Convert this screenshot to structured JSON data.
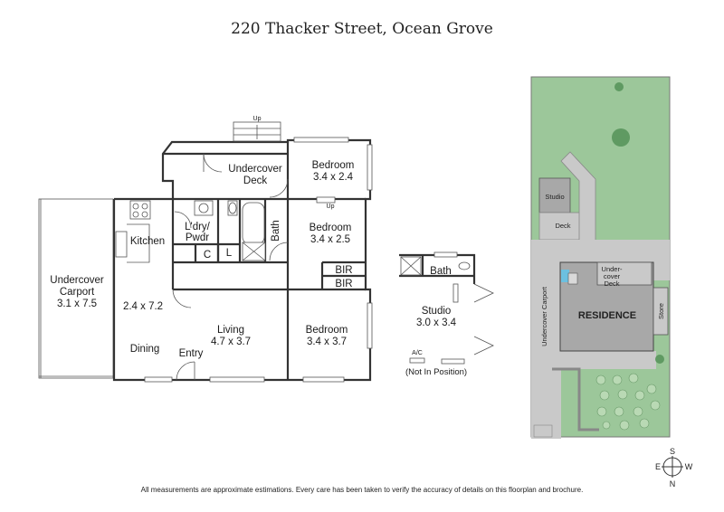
{
  "header": {
    "address": "220 Thacker Street, Ocean Grove"
  },
  "floorplan": {
    "rooms": {
      "carport_name": "Undercover",
      "carport_name2": "Carport",
      "carport_dims": "3.1 x 7.5",
      "deck_name": "Undercover",
      "deck_name2": "Deck",
      "bed1_name": "Bedroom",
      "bed1_dims": "3.4 x 2.4",
      "bed2_name": "Bedroom",
      "bed2_dims": "3.4 x 2.5",
      "bed3_name": "Bedroom",
      "bed3_dims": "3.4 x 3.7",
      "kitchen": "Kitchen",
      "kitchen_dims": "2.4 x 7.2",
      "laundry": "L'dry/",
      "laundry2": "Pwdr",
      "bath": "Bath",
      "cupboard_c": "C",
      "cupboard_l": "L",
      "bir1": "BIR",
      "bir2": "BIR",
      "living": "Living",
      "living_dims": "4.7 x 3.7",
      "dining": "Dining",
      "entry": "Entry"
    },
    "up_top": "Up",
    "up_bed": "Up"
  },
  "studio": {
    "name": "Studio",
    "dims": "3.0 x 3.4",
    "bath": "Bath",
    "ac": "A/C",
    "note": "(Not In Position)"
  },
  "siteplan": {
    "studio": "Studio",
    "deck": "Deck",
    "residence": "RESIDENCE",
    "undercover_deck_1": "Under-",
    "undercover_deck_2": "cover",
    "undercover_deck_3": "Deck",
    "carport": "Undercover Carport",
    "store": "Store",
    "colors": {
      "grass": "#9cc79a",
      "hardscape": "#c9c9c9",
      "building": "#a8a8a8",
      "tree": "#5f9a62",
      "bush": "#b9d9b4"
    }
  },
  "compass": {
    "s": "S",
    "e": "E",
    "w": "W",
    "n": "N"
  },
  "footer": {
    "disclaimer": "All measurements are approximate estimations. Every care has been taken to verify the accuracy of details on this floorplan and brochure."
  }
}
